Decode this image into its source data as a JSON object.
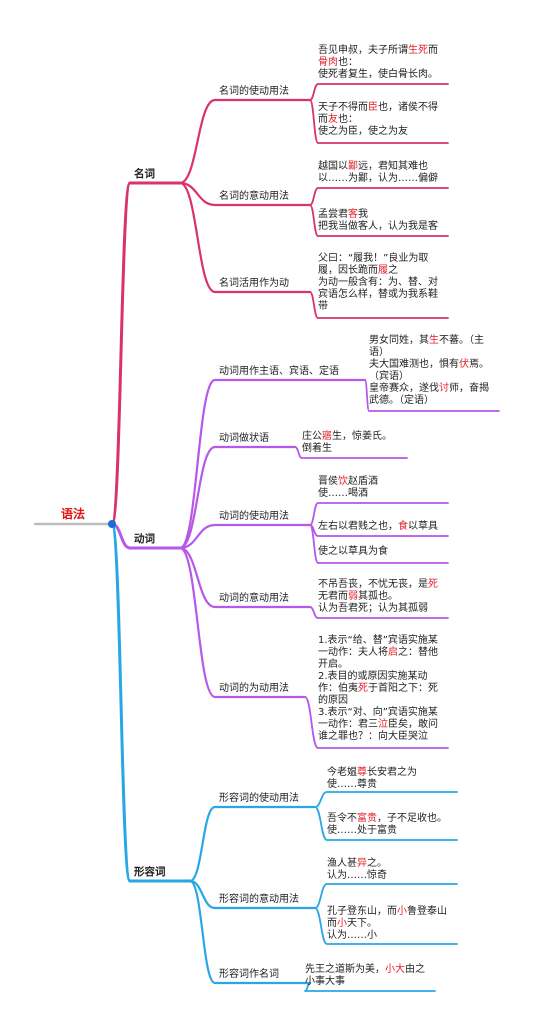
{
  "root": {
    "label": "语法"
  },
  "colors": {
    "pink": "#d8336b",
    "purple": "#b658e8",
    "blue": "#27a7e6",
    "root": "#bdbdbd",
    "highlight": "#e5202a",
    "hub": "#1a6fd6"
  },
  "branches": [
    {
      "label": "名词",
      "color": "pink",
      "children": [
        {
          "label": "名词的使动用法",
          "leaves": [
            [
              [
                [
                  "吾见申叔，夫子所谓"
                ],
                [
                  "生死",
                  "h"
                ],
                [
                  "而"
                ]
              ],
              [
                [
                  "骨肉",
                  "h"
                ],
                [
                  "也："
                ]
              ],
              [
                [
                  "使死者复生，使白骨长肉。"
                ]
              ]
            ],
            [
              [
                [
                  "天子不得而"
                ],
                [
                  "臣",
                  "h"
                ],
                [
                  "也，诸侯不得"
                ]
              ],
              [
                [
                  "而"
                ],
                [
                  "友",
                  "h"
                ],
                [
                  "也："
                ]
              ],
              [
                [
                  "使之为臣，使之为友"
                ]
              ]
            ]
          ]
        },
        {
          "label": "名词的意动用法",
          "leaves": [
            [
              [
                [
                  "越国以"
                ],
                [
                  "鄙",
                  "h"
                ],
                [
                  "远，君知其难也"
                ]
              ],
              [
                [
                  "以……为鄙，认为……偏僻"
                ]
              ]
            ],
            [
              [
                [
                  "孟尝君"
                ],
                [
                  "客",
                  "h"
                ],
                [
                  "我"
                ]
              ],
              [
                [
                  "把我当做客人，认为我是客"
                ]
              ]
            ]
          ]
        },
        {
          "label": "名词活用作为动",
          "leaves": [
            [
              [
                [
                  "父曰：“履我！”良业为取"
                ]
              ],
              [
                [
                  "履，因长跪而"
                ],
                [
                  "履",
                  "h"
                ],
                [
                  "之"
                ]
              ],
              [
                [
                  "为动一般含有：为、替、对"
                ]
              ],
              [
                [
                  "宾语怎么样，替或为我系鞋"
                ]
              ],
              [
                [
                  "带"
                ]
              ]
            ]
          ]
        }
      ]
    },
    {
      "label": "动词",
      "color": "purple",
      "children": [
        {
          "label": "动词用作主语、宾语、定语",
          "leaves": [
            [
              [
                [
                  "男女同姓，其"
                ],
                [
                  "生",
                  "h"
                ],
                [
                  "不蕃。（主"
                ]
              ],
              [
                [
                  "语）"
                ]
              ],
              [
                [
                  "夫大国难测也，惧有"
                ],
                [
                  "伏",
                  "h"
                ],
                [
                  "焉。"
                ]
              ],
              [
                [
                  "（宾语）"
                ]
              ],
              [
                [
                  "皇帝赛众，遂伐"
                ],
                [
                  "讨",
                  "h"
                ],
                [
                  "师，奋揭"
                ]
              ],
              [
                [
                  "武德。（定语）"
                ]
              ]
            ]
          ]
        },
        {
          "label": "动词做状语",
          "leaves": [
            [
              [
                [
                  "庄公"
                ],
                [
                  "寤",
                  "h"
                ],
                [
                  "生，惊姜氏。"
                ]
              ],
              [
                [
                  "倒着生"
                ]
              ]
            ]
          ]
        },
        {
          "label": "动词的使动用法",
          "leaves": [
            [
              [
                [
                  "晋侯"
                ],
                [
                  "饮",
                  "h"
                ],
                [
                  "赵盾酒"
                ]
              ],
              [
                [
                  "使……喝酒"
                ]
              ]
            ],
            [
              [
                [
                  "左右以君贱之也，"
                ],
                [
                  "食",
                  "h"
                ],
                [
                  "以草具"
                ]
              ]
            ],
            [
              [
                [
                  "使之以草具为食"
                ]
              ]
            ]
          ]
        },
        {
          "label": "动词的意动用法",
          "leaves": [
            [
              [
                [
                  "不吊吾丧，不忧无丧，是"
                ],
                [
                  "死",
                  "h"
                ]
              ],
              [
                [
                  "无君而"
                ],
                [
                  "弱",
                  "h"
                ],
                [
                  "其孤也。"
                ]
              ],
              [
                [
                  "认为吾君死；认为其孤弱"
                ]
              ]
            ]
          ]
        },
        {
          "label": "动词的为动用法",
          "leaves": [
            [
              [
                [
                  "1.表示“给、替”宾语实施某"
                ]
              ],
              [
                [
                  "一动作：夫人将"
                ],
                [
                  "启",
                  "h"
                ],
                [
                  "之：替他"
                ]
              ],
              [
                [
                  "开启。"
                ]
              ],
              [
                [
                  "2.表目的或原因实施某动"
                ]
              ],
              [
                [
                  "作：伯夷"
                ],
                [
                  "死",
                  "h"
                ],
                [
                  "于首阳之下：死"
                ]
              ],
              [
                [
                  "的原因"
                ]
              ],
              [
                [
                  "3.表示“对、向”宾语实施某"
                ]
              ],
              [
                [
                  "一动作：君三"
                ],
                [
                  "泣",
                  "h"
                ],
                [
                  "臣矣，敢问"
                ]
              ],
              [
                [
                  "谁之罪也？：向大臣哭泣"
                ]
              ]
            ]
          ]
        }
      ]
    },
    {
      "label": "形容词",
      "color": "blue",
      "children": [
        {
          "label": "形容词的使动用法",
          "leaves": [
            [
              [
                [
                  "今老媪"
                ],
                [
                  "尊",
                  "h"
                ],
                [
                  "长安君之为"
                ]
              ],
              [
                [
                  "使……尊贵"
                ]
              ]
            ],
            [
              [
                [
                  "吾令不"
                ],
                [
                  "富贵",
                  "h"
                ],
                [
                  "，子不足收也。"
                ]
              ],
              [
                [
                  "使……处于富贵"
                ]
              ]
            ]
          ]
        },
        {
          "label": "形容词的意动用法",
          "leaves": [
            [
              [
                [
                  "渔人甚"
                ],
                [
                  "异",
                  "h"
                ],
                [
                  "之。"
                ]
              ],
              [
                [
                  "认为……惊奇"
                ]
              ]
            ],
            [
              [
                [
                  "孔子登东山，而"
                ],
                [
                  "小",
                  "h"
                ],
                [
                  "鲁登泰山"
                ]
              ],
              [
                [
                  "而"
                ],
                [
                  "小",
                  "h"
                ],
                [
                  "天下。"
                ]
              ],
              [
                [
                  "认为……小"
                ]
              ]
            ]
          ]
        },
        {
          "label": "形容词作名词",
          "leaves": [
            [
              [
                [
                  "先王之道斯为美，"
                ],
                [
                  "小大",
                  "h"
                ],
                [
                  "由之"
                ]
              ],
              [
                [
                  "小事大事"
                ]
              ]
            ]
          ]
        }
      ]
    }
  ]
}
